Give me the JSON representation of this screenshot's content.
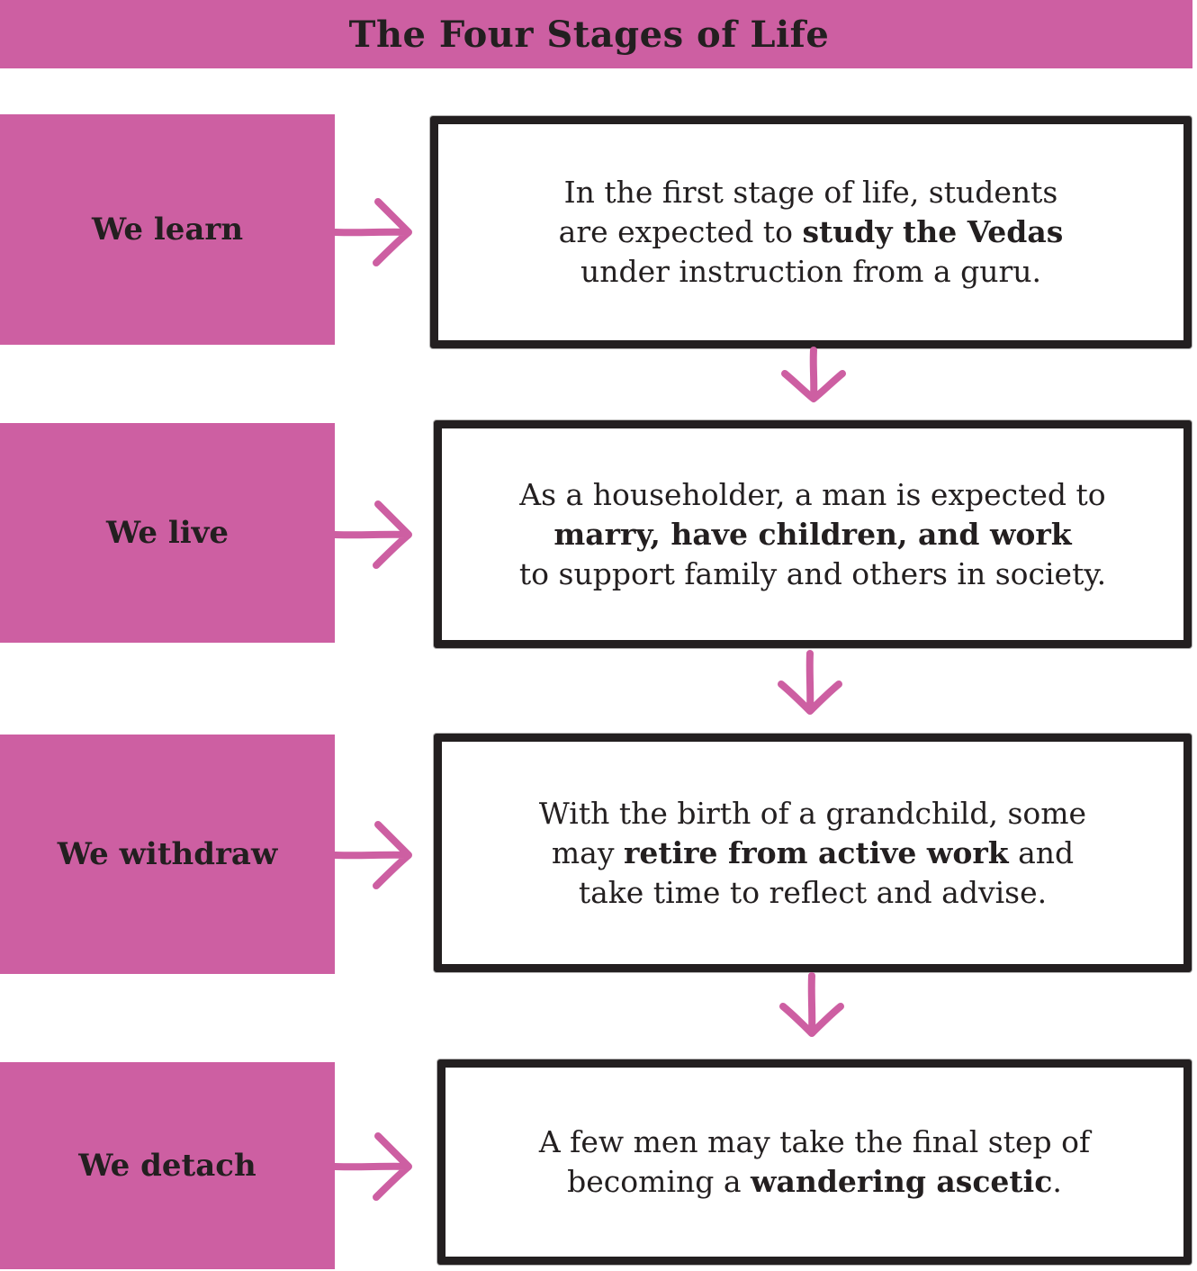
{
  "title": "The Four Stages of Life",
  "colors": {
    "accent": "#cd5fa2",
    "ink": "#231f20",
    "background": "#ffffff"
  },
  "stages": [
    {
      "label": "We learn",
      "lines": [
        [
          {
            "t": "In the first stage of life, students",
            "b": false
          }
        ],
        [
          {
            "t": "are expected to ",
            "b": false
          },
          {
            "t": "study the Vedas",
            "b": true
          }
        ],
        [
          {
            "t": "under instruction from a guru.",
            "b": false
          }
        ]
      ]
    },
    {
      "label": "We live",
      "lines": [
        [
          {
            "t": "As a householder, a man is expected to",
            "b": false
          }
        ],
        [
          {
            "t": "marry, have children, and work",
            "b": true
          }
        ],
        [
          {
            "t": "to support family and others in society.",
            "b": false
          }
        ]
      ]
    },
    {
      "label": "We withdraw",
      "lines": [
        [
          {
            "t": "With the birth of a grandchild, some",
            "b": false
          }
        ],
        [
          {
            "t": "may ",
            "b": false
          },
          {
            "t": "retire from active work",
            "b": true
          },
          {
            "t": " and",
            "b": false
          }
        ],
        [
          {
            "t": "take time to reflect and advise.",
            "b": false
          }
        ]
      ]
    },
    {
      "label": "We detach",
      "lines": [
        [
          {
            "t": "A few men may take the final step of",
            "b": false
          }
        ],
        [
          {
            "t": "becoming a ",
            "b": false
          },
          {
            "t": "wandering ascetic",
            "b": true
          },
          {
            "t": ".",
            "b": false
          }
        ]
      ]
    }
  ]
}
